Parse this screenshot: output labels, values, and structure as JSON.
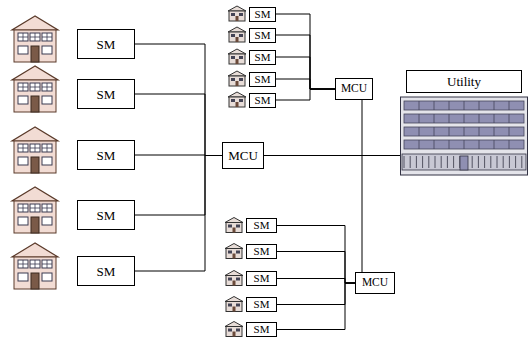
{
  "diagram": {
    "nodes": [
      {
        "text": [
          "SM"
        ]
      },
      {
        "text": [
          "SM"
        ]
      },
      {
        "text": [
          "SM"
        ]
      },
      {
        "text": [
          "SM"
        ]
      },
      {
        "text": [
          "SM"
        ]
      },
      {
        "text": [
          "MCU"
        ]
      },
      {
        "text": [
          "SM"
        ]
      },
      {
        "text": [
          "SM"
        ]
      },
      {
        "text": [
          "SM"
        ]
      },
      {
        "text": [
          "SM"
        ]
      },
      {
        "text": [
          "SM"
        ]
      },
      {
        "text": [
          "MCU"
        ]
      },
      {
        "text": [
          "Utility"
        ]
      },
      {
        "text": [
          "SM"
        ]
      },
      {
        "text": [
          "SM"
        ]
      },
      {
        "text": [
          "SM"
        ]
      },
      {
        "text": [
          "SM"
        ]
      },
      {
        "text": [
          "SM"
        ]
      },
      {
        "text": [
          "MCU"
        ]
      }
    ],
    "edges": [
      {
        "from": 0,
        "to": 5,
        "arrow": "none"
      },
      {
        "from": 1,
        "to": 5,
        "arrow": "none"
      },
      {
        "from": 2,
        "to": 5,
        "arrow": "none"
      },
      {
        "from": 3,
        "to": 5,
        "arrow": "none"
      },
      {
        "from": 4,
        "to": 5,
        "arrow": "none"
      },
      {
        "from": 6,
        "to": 11,
        "arrow": "none"
      },
      {
        "from": 7,
        "to": 11,
        "arrow": "none"
      },
      {
        "from": 8,
        "to": 11,
        "arrow": "none"
      },
      {
        "from": 9,
        "to": 11,
        "arrow": "none"
      },
      {
        "from": 10,
        "to": 11,
        "arrow": "none"
      },
      {
        "from": 13,
        "to": 18,
        "arrow": "none"
      },
      {
        "from": 14,
        "to": 18,
        "arrow": "none"
      },
      {
        "from": 15,
        "to": 18,
        "arrow": "none"
      },
      {
        "from": 16,
        "to": 18,
        "arrow": "none"
      },
      {
        "from": 17,
        "to": 18,
        "arrow": "none"
      },
      {
        "from": 5,
        "to": 12,
        "arrow": "none"
      },
      {
        "from": 11,
        "to": 12,
        "arrow": "none"
      },
      {
        "from": 18,
        "to": 12,
        "arrow": "none"
      }
    ]
  }
}
